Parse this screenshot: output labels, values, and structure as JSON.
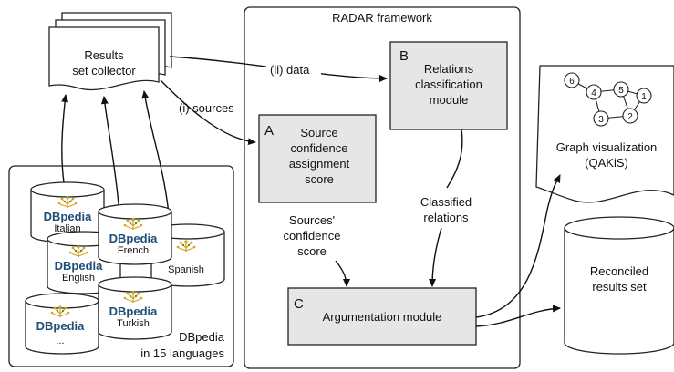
{
  "framework": {
    "title": "RADAR framework"
  },
  "collector": {
    "line1": "Results",
    "line2": "set collector"
  },
  "edges": {
    "data": "(ii) data",
    "sources": "(i) sources",
    "classified": [
      "Classified",
      "relations"
    ],
    "confidence": [
      "Sources'",
      "confidence",
      "score"
    ]
  },
  "module_a": {
    "letter": "A",
    "lines": [
      "Source",
      "confidence",
      "assignment",
      "score"
    ]
  },
  "module_b": {
    "letter": "B",
    "lines": [
      "Relations",
      "classification",
      "module"
    ]
  },
  "module_c": {
    "letter": "C",
    "label": "Argumentation module"
  },
  "graph_viz": {
    "lines": [
      "Graph visualization",
      "(QAKiS)"
    ],
    "nodes": [
      "6",
      "4",
      "5",
      "1",
      "3",
      "2"
    ]
  },
  "reconciled": {
    "lines": [
      "Reconciled",
      "results set"
    ]
  },
  "dbpedia_group": {
    "lines": [
      "DBpedia",
      "in 15 languages"
    ]
  },
  "databases": {
    "logo_text": "DBpedia",
    "languages": [
      "Italian",
      "French",
      "Spanish",
      "English",
      "Turkish",
      "..."
    ]
  }
}
